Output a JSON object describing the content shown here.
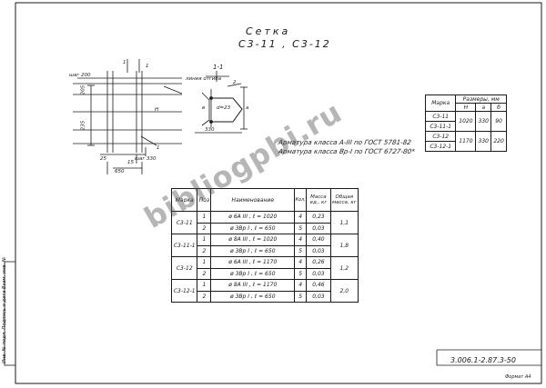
{
  "title": {
    "line1": "Сетка",
    "line2": "С3-11 , С3-12"
  },
  "drawing": {
    "section_mark": "1-1",
    "cut_marks": [
      "1",
      "1"
    ],
    "labels": {
      "step_top": "шаг 200",
      "step_bottom": "шаг 330",
      "dim_205": "205",
      "dim_235": "235",
      "dim_650": "650",
      "dim_25": "25",
      "dim_15": "15",
      "dim_330": "330",
      "dim_d": "d=23",
      "letter_b": "в",
      "letter_a": "а",
      "letter_h": "H",
      "num_2": "2",
      "num_1": "1",
      "cut_line_label": "линия отгиба"
    }
  },
  "armature": {
    "line1": "Арматура класса А-III по ГОСТ 5781-82",
    "line2": "Арматура класса Вр-I по ГОСТ 6727-80*"
  },
  "sizes_table": {
    "headers": {
      "mark": "Марка",
      "group": "Размеры, мм",
      "h": "H",
      "a": "a",
      "b": "б"
    },
    "rows": [
      {
        "mark": "С3-11",
        "h": "1020",
        "a": "330",
        "b": "90"
      },
      {
        "mark": "С3-11-1",
        "h": "",
        "a": "",
        "b": ""
      },
      {
        "mark": "С3-12",
        "h": "1170",
        "a": "330",
        "b": "220"
      },
      {
        "mark": "С3-12-1",
        "h": "",
        "a": "",
        "b": ""
      }
    ]
  },
  "spec_table": {
    "headers": {
      "mark": "Марка",
      "pos": "Поз",
      "name": "Наименование",
      "qty": "Кол.",
      "unit_mass": "Масса ед., кг",
      "total_mass": "Общая масса, кг"
    },
    "groups": [
      {
        "mark": "С3-11",
        "total": "1,1",
        "rows": [
          {
            "pos": "1",
            "name": "ø 6А III , ℓ = 1020",
            "qty": "4",
            "mass": "0,23"
          },
          {
            "pos": "2",
            "name": "ø 3Вр I , ℓ = 650",
            "qty": "5",
            "mass": "0,03"
          }
        ]
      },
      {
        "mark": "С3-11-1",
        "total": "1,8",
        "rows": [
          {
            "pos": "1",
            "name": "ø 8А III , ℓ = 1020",
            "qty": "4",
            "mass": "0,40"
          },
          {
            "pos": "2",
            "name": "ø 3Вр I , ℓ = 650",
            "qty": "5",
            "mass": "0,03"
          }
        ]
      },
      {
        "mark": "С3-12",
        "total": "1,2",
        "rows": [
          {
            "pos": "1",
            "name": "ø 6А III , ℓ = 1170",
            "qty": "4",
            "mass": "0,26"
          },
          {
            "pos": "2",
            "name": "ø 3Вр I , ℓ = 650",
            "qty": "5",
            "mass": "0,03"
          }
        ]
      },
      {
        "mark": "С3-12-1",
        "total": "2,0",
        "rows": [
          {
            "pos": "1",
            "name": "ø 8А III , ℓ = 1170",
            "qty": "4",
            "mass": "0,46"
          },
          {
            "pos": "2",
            "name": "ø 3Вр I , ℓ = 650",
            "qty": "5",
            "mass": "0,03"
          }
        ]
      }
    ]
  },
  "doc_number": "3.006.1-2.87.3-50",
  "format": "Формат А4",
  "side_stamp": "Инв. № подл.  Подпись и дата  Взам. инв. №",
  "watermark": "bibliogpbi.ru",
  "colors": {
    "ink": "#1a1a1a",
    "watermark": "#505050"
  }
}
